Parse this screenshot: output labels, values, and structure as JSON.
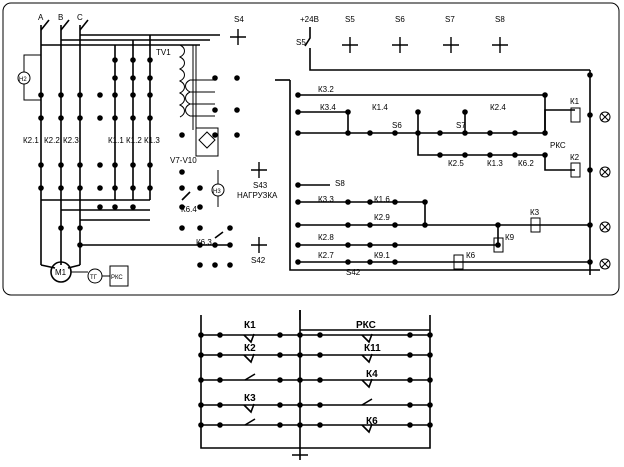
{
  "top_panel": {
    "phases": [
      "A",
      "B",
      "C"
    ],
    "switch_labels": [
      "S4",
      "+24В",
      "S5",
      "S6",
      "S7",
      "S8"
    ],
    "s5_contact": "S5",
    "transformer": "TV1",
    "rectifier": "V7-V10",
    "lamp_left": "Н2",
    "lamp_mid": "Н3",
    "motor": "М1",
    "tachogen": "ТГ",
    "rks_small": "РКС",
    "load_label": "S43",
    "load_text": "НАГРУЗКА",
    "s42_label": "S42",
    "contacts_power": [
      "К2.1",
      "К2.2",
      "К2.3",
      "К1.1",
      "К1.2",
      "К1.3"
    ],
    "k64": "К6.4",
    "k63": "К6.3",
    "control_contacts": {
      "k32": "К3.2",
      "k34": "К3.4",
      "k14": "К1.4",
      "s6": "S6",
      "s7": "S7",
      "k24": "К2.4",
      "rks": "РКС",
      "k25": "К2.5",
      "k13": "К1.3",
      "k62": "К6.2",
      "s8": "S8",
      "k33": "К3.3",
      "k16": "К1.6",
      "k29": "К2.9",
      "k28": "К2.8",
      "k27": "К2.7",
      "k91": "К9.1",
      "s42b": "S42"
    },
    "coils": [
      "К1",
      "К2",
      "К3",
      "К9",
      "К6"
    ]
  },
  "bottom_panel": {
    "left_labels": [
      "К1",
      "К2",
      "К3"
    ],
    "right_labels": [
      "РКС",
      "К11",
      "К4",
      "К6"
    ]
  }
}
